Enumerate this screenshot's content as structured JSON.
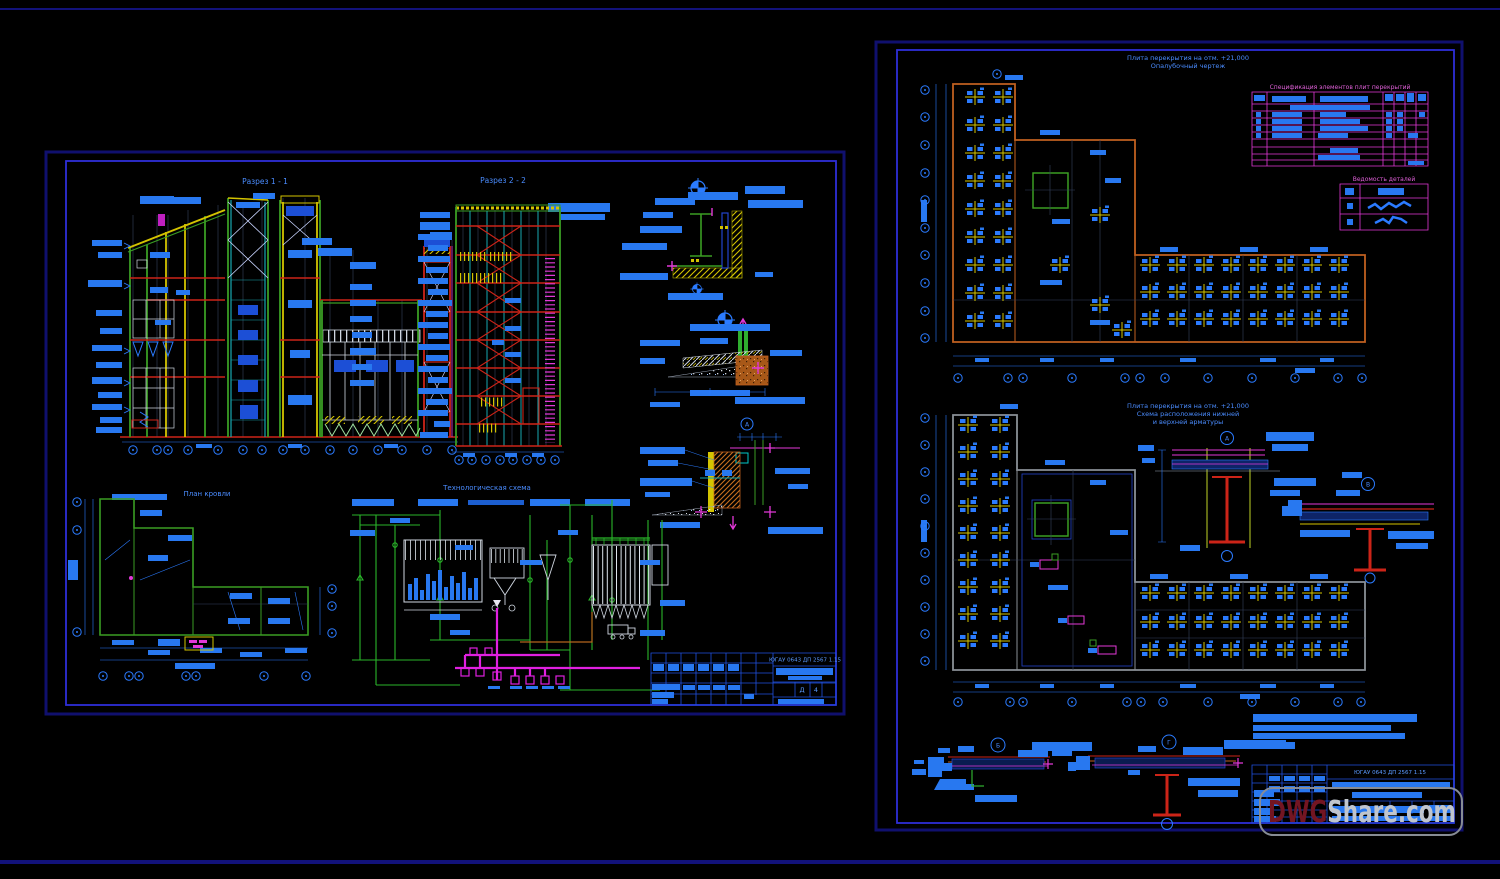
{
  "app": {
    "watermark": {
      "dwg": "DWG",
      "share": "Share.com"
    }
  },
  "colors": {
    "background": "#000000",
    "sheet_border_navy": "#10106e",
    "frame_blue": "#2e2ed8",
    "label_blue": "#2878f0",
    "text_blue": "#4a8cff",
    "magenta": "#e338d8",
    "green": "#3a9d23",
    "yellow": "#d4c400",
    "red": "#cc2418",
    "orange": "#c06020",
    "watermark_red": "#731522",
    "watermark_grey": "#c0c5cd"
  },
  "left": {
    "title_section1": "Разрез 1 - 1",
    "title_section2": "Разрез 2 - 2",
    "title_roof": "План кровли",
    "title_tech": "Технологическая схема",
    "detail_a": "А",
    "title_block": {
      "code": "ЮГАУ 0643 ДП 2567 1.15",
      "stage": "Д",
      "sheet": "4"
    }
  },
  "right": {
    "plan_top_line1": "Плита перекрытия на отм. +21,000",
    "plan_top_line2": "Опалубочный чертеж",
    "spec_table_title": "Спецификация элементов плит перекрытий",
    "vedomost_title": "Ведомость деталей",
    "plan_mid_line1": "Плита перекрытия на отм. +21,000",
    "plan_mid_line2": "Схема расположения нижней",
    "plan_mid_line3": "и верхней арматуры",
    "detail_a": "А",
    "detail_v": "В",
    "detail_b": "Б",
    "detail_g": "Г",
    "title_block": {
      "code": "ЮГАУ 0643 ДП 2567 1.15"
    }
  }
}
